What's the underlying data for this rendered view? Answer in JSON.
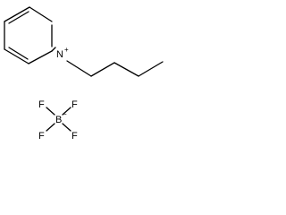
{
  "cation": {
    "ring_nitrogen": "N",
    "ring_nitrogen_charge": "+"
  },
  "anion": {
    "boron": "B",
    "boron_charge": "−",
    "fluorines": [
      "F",
      "F",
      "F",
      "F"
    ]
  }
}
